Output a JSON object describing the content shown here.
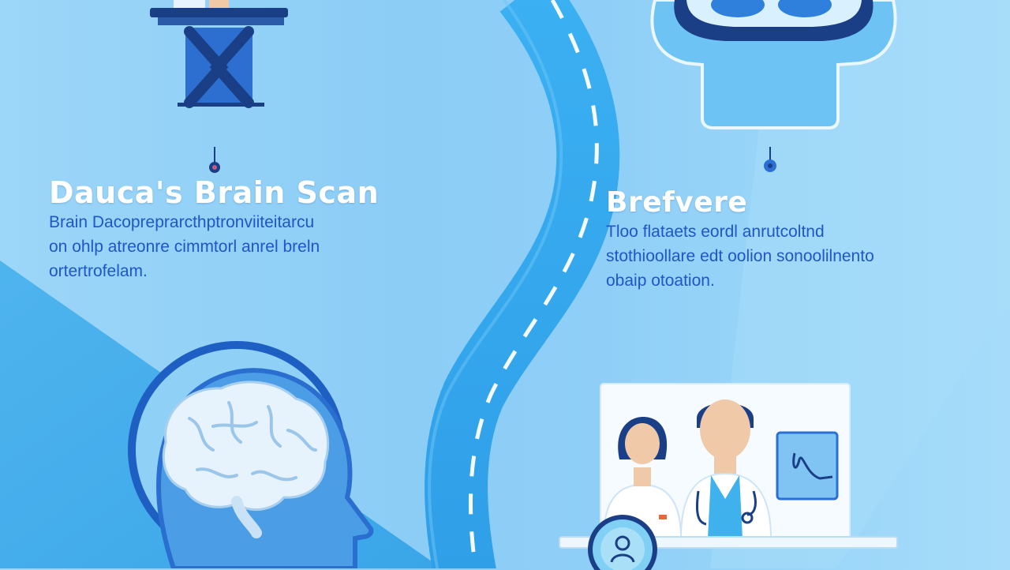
{
  "colors": {
    "background": "#8ccdf6",
    "accent_dark": "#1b3f86",
    "accent_blue": "#2b6fd6",
    "road": "#33a8ef",
    "text_blue": "#1f56c8",
    "title_white": "#ffffff"
  },
  "left_section": {
    "title": "Dauca's Brain Scan",
    "description_lines": [
      "Brain Dacopreprarcthptronviiteitarcu",
      "on ohlp atreonre cimmtorl anrel breln",
      "ortertrofelam."
    ]
  },
  "right_section": {
    "title": "Brefvere",
    "description_lines": [
      "Tloo flataets eordl anrutcoltnd",
      "stothioollare edt oolion sonoolilnento",
      "obaip otoation."
    ]
  },
  "icons": {
    "desk_figure": "person-at-desk-illustration",
    "scanner": "brain-scanner-machine-illustration",
    "head_brain": "head-with-brain-illustration",
    "doctors": "doctors-consultation-illustration",
    "road": "winding-road-path"
  }
}
